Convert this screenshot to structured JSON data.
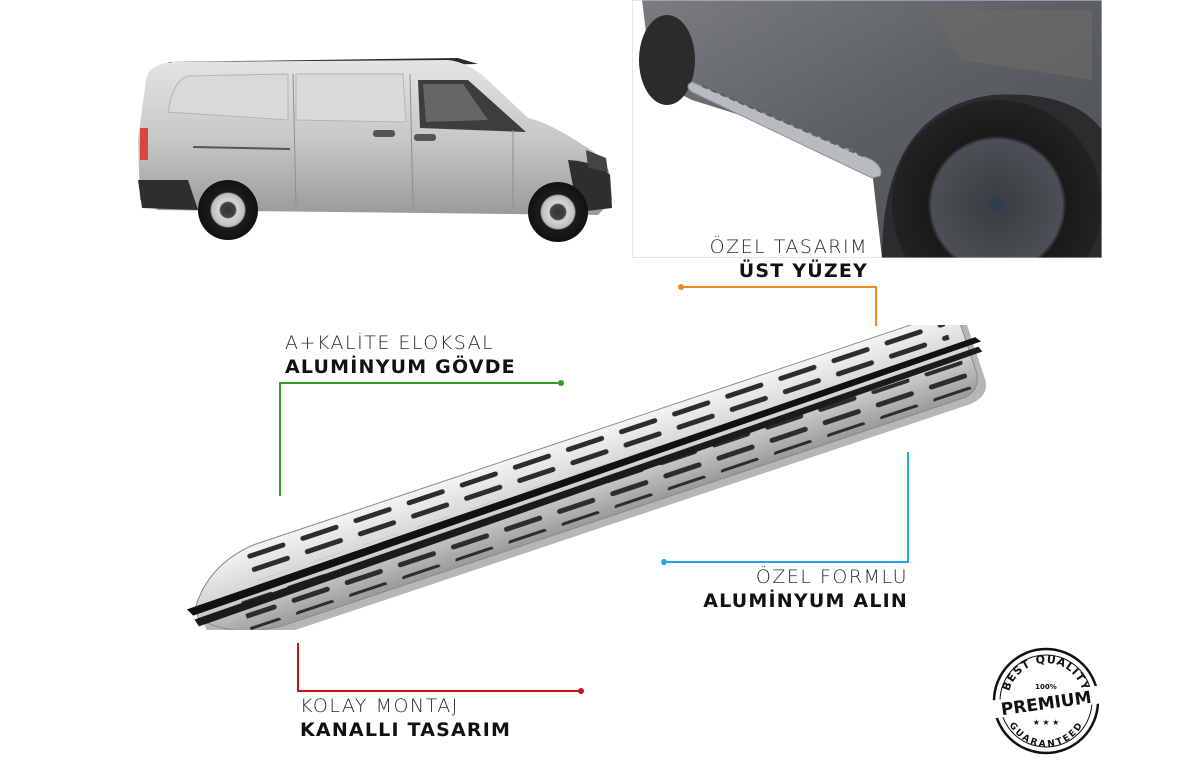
{
  "images": {
    "van": {
      "description": "silver panel van side view"
    },
    "installed_photo": {
      "description": "gray SUV with aluminum running board installed"
    },
    "running_board": {
      "description": "aluminum running board with slotted top surface and black rubber strips"
    }
  },
  "callouts": [
    {
      "id": "top-surface",
      "line1": "ÖZEL TASARIM",
      "line2": "ÜST YÜZEY",
      "color": "#f28a1f"
    },
    {
      "id": "body",
      "line1": "A+KALİTE ELOKSAL",
      "line2": "ALUMİNYUM GÖVDE",
      "color": "#2aa02a"
    },
    {
      "id": "front",
      "line1": "ÖZEL FORMLU",
      "line2": "ALUMİNYUM ALIN",
      "color": "#22a6e8"
    },
    {
      "id": "mounting",
      "line1": "KOLAY MONTAJ",
      "line2": "KANALLI TASARIM",
      "color": "#c4121a"
    }
  ],
  "badge": {
    "top_arc": "BEST QUALITY",
    "percent": "100%",
    "main": "PREMIUM",
    "stars": "★ ★ ★",
    "bottom_arc": "GUARANTEED"
  }
}
